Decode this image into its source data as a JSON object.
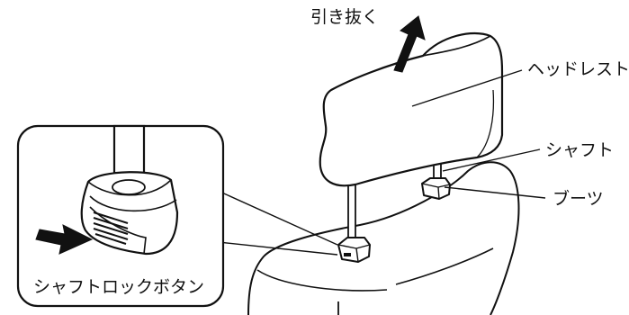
{
  "labels": {
    "pull_out": "引き抜く",
    "headrest": "ヘッドレスト",
    "shaft": "シャフト",
    "boot": "ブーツ",
    "shaft_lock_button": "シャフトロックボタン"
  },
  "colors": {
    "line": "#111111",
    "arrow": "#111111",
    "background": "#ffffff"
  }
}
